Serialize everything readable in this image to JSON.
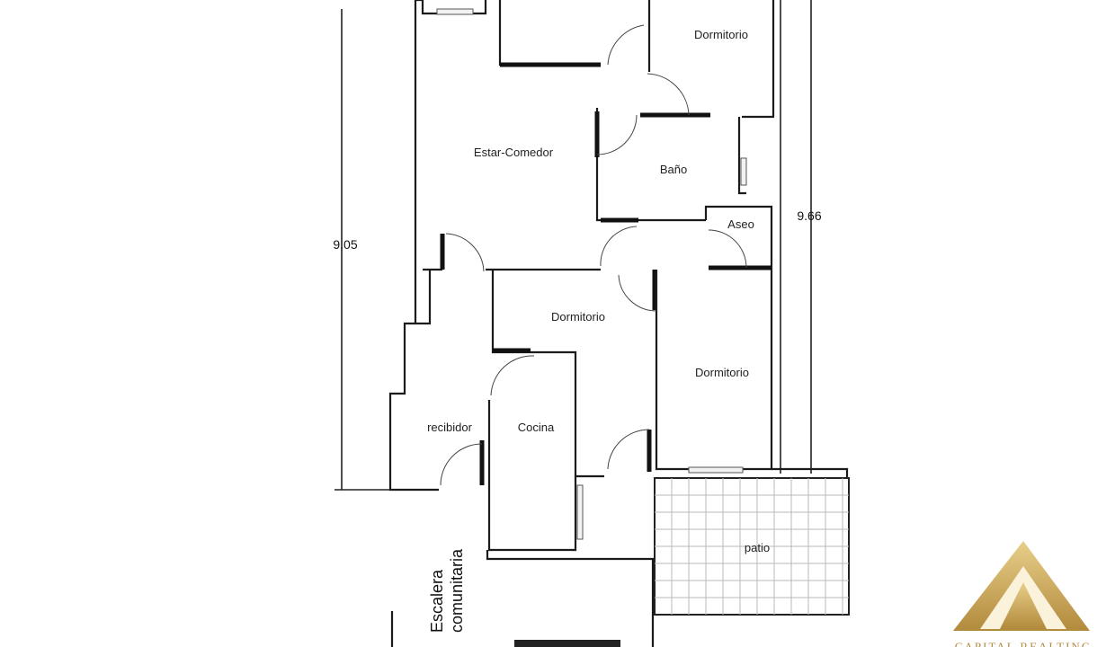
{
  "rooms": {
    "dormitorio_top": "Dormitorio",
    "estar_comedor": "Estar-Comedor",
    "bano": "Baño",
    "aseo": "Aseo",
    "dormitorio_middle": "Dormitorio",
    "dormitorio_right": "Dormitorio",
    "recibidor": "recibidor",
    "cocina": "Cocina",
    "patio": "patio"
  },
  "dimensions": {
    "left": "9.05",
    "right": "9.66"
  },
  "stair": {
    "line1": "Escalera",
    "line2": "comunitaria"
  },
  "logo": {
    "text": "CAPITAL REALTING",
    "colors": {
      "gold": "#c9a24f",
      "gold_light": "#e8cf8a"
    }
  }
}
